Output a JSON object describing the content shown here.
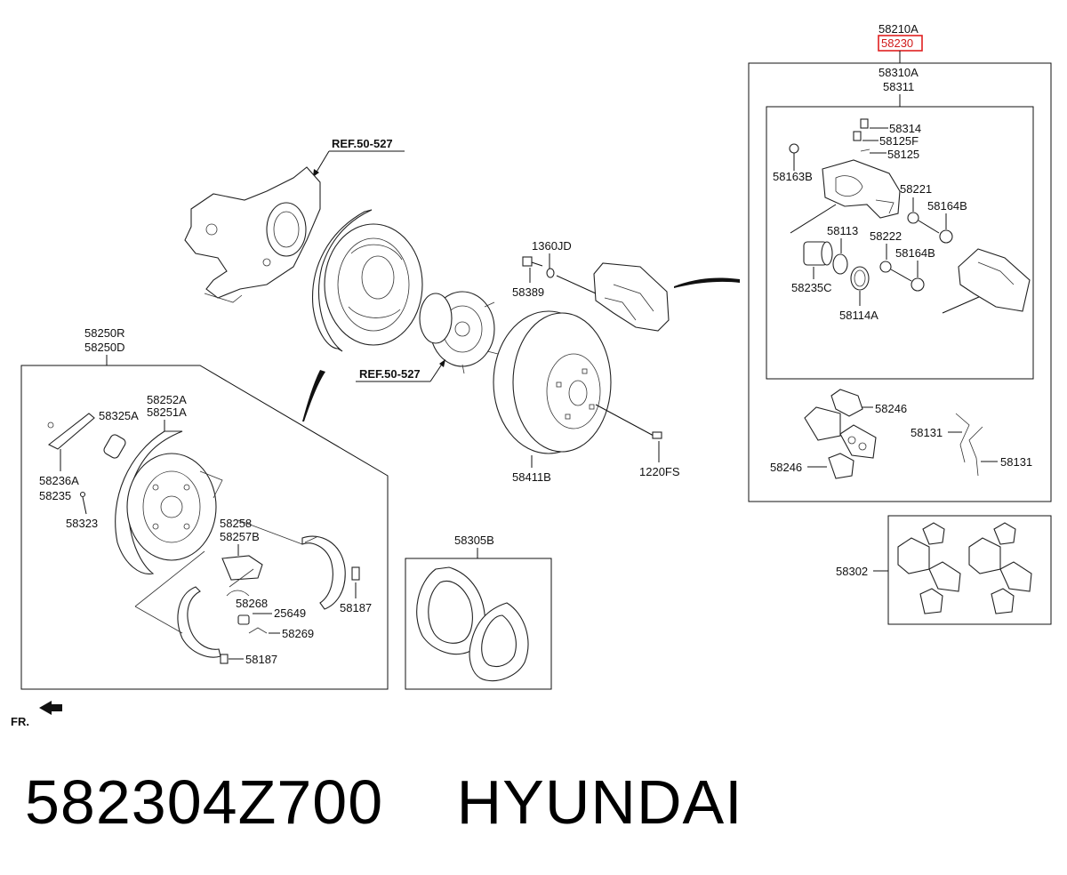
{
  "diagram": {
    "labels": {
      "l58210A": "58210A",
      "l58230": "58230",
      "l58310A": "58310A",
      "l58311": "58311",
      "l58314": "58314",
      "l58125F": "58125F",
      "l58125": "58125",
      "l58163B": "58163B",
      "l58221": "58221",
      "l58164B_a": "58164B",
      "l58113": "58113",
      "l58222": "58222",
      "l58164B_b": "58164B",
      "l58235C": "58235C",
      "l58114A": "58114A",
      "l58246_a": "58246",
      "l58131_a": "58131",
      "l58246_b": "58246",
      "l58131_b": "58131",
      "l58302": "58302",
      "ref1": "REF.50-527",
      "ref2": "REF.50-527",
      "l1360JD": "1360JD",
      "l58389": "58389",
      "l58411B": "58411B",
      "l1220FS": "1220FS",
      "l58250R": "58250R",
      "l58250D": "58250D",
      "l58325A": "58325A",
      "l58252A": "58252A",
      "l58251A": "58251A",
      "l58236A": "58236A",
      "l58235": "58235",
      "l58323": "58323",
      "l58258": "58258",
      "l58257B": "58257B",
      "l58268": "58268",
      "l25649": "25649",
      "l58269": "58269",
      "l58187_a": "58187",
      "l58187_b": "58187",
      "l58305B": "58305B",
      "fr": "FR."
    },
    "highlight_color": "#e02020"
  },
  "caption": {
    "part_number": "582304Z700",
    "brand": "HYUNDAI"
  }
}
